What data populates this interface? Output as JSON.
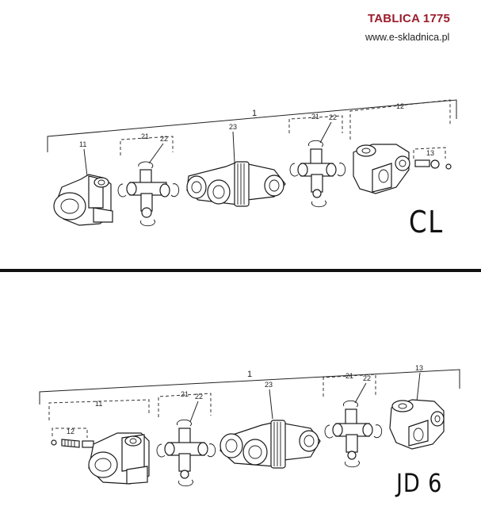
{
  "header": {
    "title": "TABLICA 1775",
    "website": "www.e-skladnica.pl"
  },
  "colors": {
    "title": "#9b1c2c",
    "lines": "#222222"
  },
  "diagrams": {
    "top": {
      "label": "CL",
      "callouts": {
        "assembly": "1",
        "yoke_left": "11",
        "cross_left_a": "21",
        "cross_left_b": "22",
        "center_yoke": "23",
        "cross_right_a": "21",
        "cross_right_b": "22",
        "yoke_right": "12",
        "bolt": "13"
      }
    },
    "bottom": {
      "label": "JD 6",
      "callouts": {
        "assembly": "1",
        "yoke_left": "11",
        "bolt": "12",
        "cross_left_a": "21",
        "cross_left_b": "22",
        "center_yoke": "23",
        "cross_right_a": "21",
        "cross_right_b": "22",
        "yoke_right": "13"
      }
    }
  }
}
